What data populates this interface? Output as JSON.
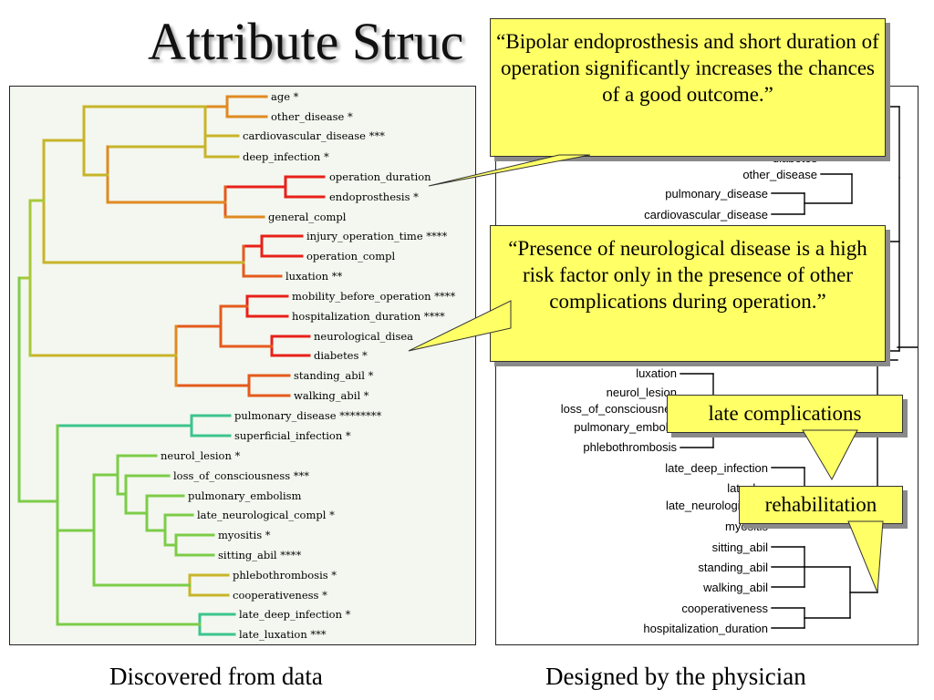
{
  "slide": {
    "title": "Attribute Struc",
    "captions": {
      "left": "Discovered from data",
      "right": "Designed by the physician"
    }
  },
  "callouts": {
    "quote1": "“Bipolar endoprosthesis and short duration of operation significantly increases the chances of a good outcome.”",
    "quote2": "“Presence of neurological disease is a high risk factor only in the presence of other complications during operation.”",
    "late_complications": "late complications",
    "rehabilitation": "rehabilitation"
  },
  "colors": {
    "callout_fill": "#ffff66",
    "red": "#e8201a",
    "orange_red": "#e55a1c",
    "orange": "#e08a22",
    "olive": "#c8b42a",
    "yellow_green": "#a8c83a",
    "light_green": "#7ccc48",
    "teal": "#3cc48c",
    "black": "#000000"
  },
  "discovered_tree": {
    "leaves": [
      "age *",
      "other_disease *",
      "cardiovascular_disease ***",
      "deep_infection *",
      "operation_duration",
      "endoprosthesis *",
      "general_compl",
      "injury_operation_time ****",
      "operation_compl",
      "luxation **",
      "mobility_before_operation ****",
      "hospitalization_duration ****",
      "neurological_disea",
      "diabetes *",
      "standing_abil *",
      "walking_abil *",
      "pulmonary_disease ********",
      "superficial_infection *",
      "neurol_lesion *",
      "loss_of_consciousness ***",
      "pulmonary_embolism",
      "late_neurological_compl *",
      "myositis *",
      "sitting_abil ****",
      "phlebothrombosis *",
      "cooperativeness *",
      "late_deep_infection *",
      "late_luxation ***"
    ]
  },
  "designed_tree": {
    "leaves": [
      "diabetes",
      "other_disease",
      "pulmonary_disease",
      "cardiovascular_disease",
      "luxation",
      "neurol_lesion",
      "loss_of_consciousnes",
      "pulmonary_embolis",
      "phlebothrombosis",
      "late_deep_infection",
      "late_lux",
      "late_neurological_c",
      "myositis",
      "sitting_abil",
      "standing_abil",
      "walking_abil",
      "cooperativeness",
      "hospitalization_duration"
    ]
  }
}
